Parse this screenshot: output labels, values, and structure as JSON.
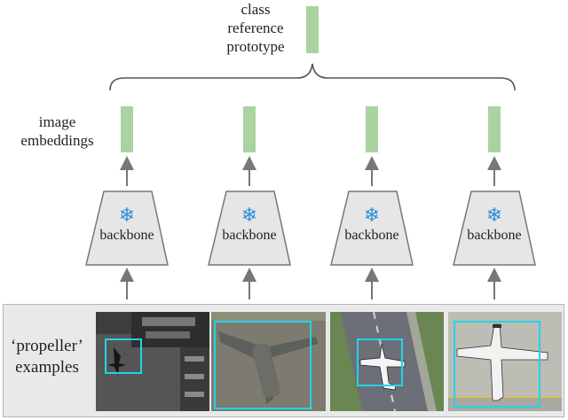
{
  "prototype": {
    "label": "class\nreference\nprototype"
  },
  "embeddings": {
    "label": "image\nembeddings",
    "count": 4
  },
  "backbones": [
    {
      "label": "backbone",
      "icon": "snowflake-icon"
    },
    {
      "label": "backbone",
      "icon": "snowflake-icon"
    },
    {
      "label": "backbone",
      "icon": "snowflake-icon"
    },
    {
      "label": "backbone",
      "icon": "snowflake-icon"
    }
  ],
  "examples": {
    "label": "‘propeller’\nexamples"
  },
  "colors": {
    "embedding": "#a9d3a0",
    "bbox": "#21d3e6",
    "backbone_fill": "#e6e6e6",
    "panel": "#e9e9e9"
  }
}
